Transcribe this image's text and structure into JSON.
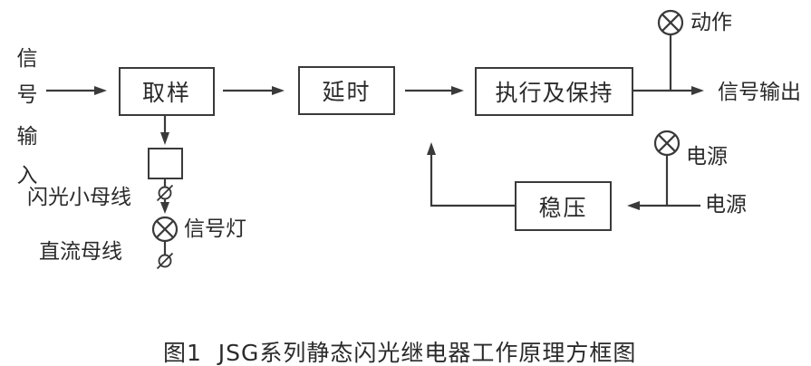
{
  "diagram": {
    "input_label_chars": [
      "信",
      "号",
      "输",
      "入"
    ],
    "blocks": {
      "sampling": "取样",
      "delay": "延时",
      "execute_hold": "执行及保持",
      "voltage_regulator": "稳压"
    },
    "labels": {
      "action_lamp": "动作",
      "signal_output": "信号输出",
      "power_lamp": "电源",
      "power_source": "电源",
      "signal_lamp": "信号灯",
      "flash_small_bus": "闪光小母线",
      "dc_bus": "直流母线"
    },
    "caption": "图1  JSG系列静态闪光继电器工作原理方框图",
    "colors": {
      "line": "#3a3a3a",
      "text": "#2a2a2a",
      "background": "#ffffff"
    }
  }
}
